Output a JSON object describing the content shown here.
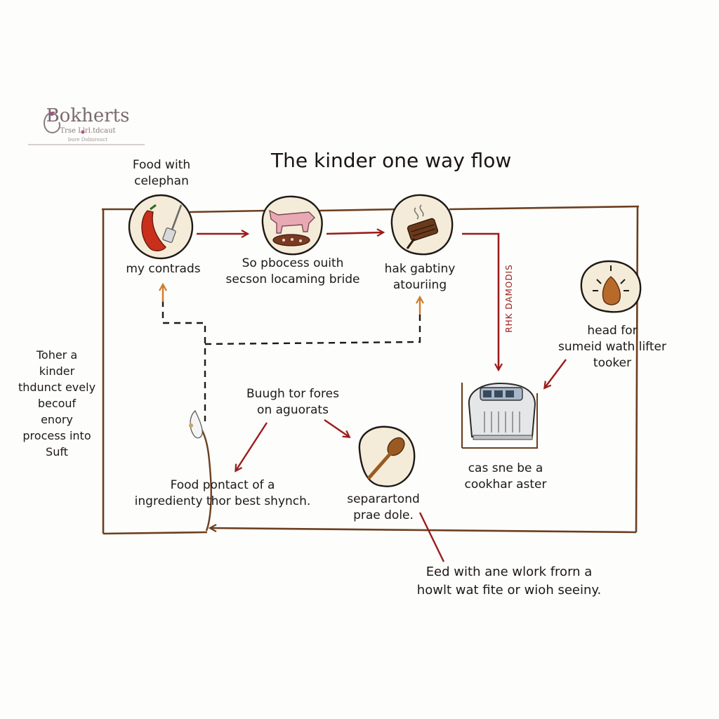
{
  "logo": {
    "name": "Bokherts",
    "tagline": "Trse Llrl.tdcaut",
    "subline": "bure Dolmrouct"
  },
  "diagram": {
    "title": "The kinder one way flow",
    "nodes": [
      {
        "top_label": "Food with\ncelephan",
        "bottom_label": "my contrads",
        "icon": "chili-fork-icon"
      },
      {
        "bottom_label": "So pbocess ouith\nsecson locaming bride",
        "icon": "meat-plate-icon"
      },
      {
        "bottom_label": "hak gabtiny\natouriing",
        "icon": "grill-meat-icon"
      },
      {
        "bottom_label": "head for\nsumeid wath lifter\ntooker",
        "icon": "egg-heat-icon"
      },
      {
        "bottom_label": "cas sne be a\ncookhar aster",
        "icon": "appliance-icon"
      },
      {
        "bottom_label": "separartond\nprae dole.",
        "icon": "spoon-icon"
      }
    ],
    "vertical_label": "RHK DAMODIS",
    "left_note": "Toher a\nkinder\nthdunct evely\nbecouf\nenory\nprocess into\nSuft",
    "mid_label": "Buugh tor fores\non aguorats",
    "food_label": "Food pontact of a\ningredienty thor best shynch.",
    "bottom_note": "Eed with ane wlork frorn a\nhowlt wat fite or wioh seeiny."
  },
  "colors": {
    "frame": "#6b3f1f",
    "arrow": "#9a1c1c",
    "dashed_arrow": "#d07a2a",
    "circle_fill": "#f4ecd8",
    "circle_stroke": "#1d1916"
  }
}
